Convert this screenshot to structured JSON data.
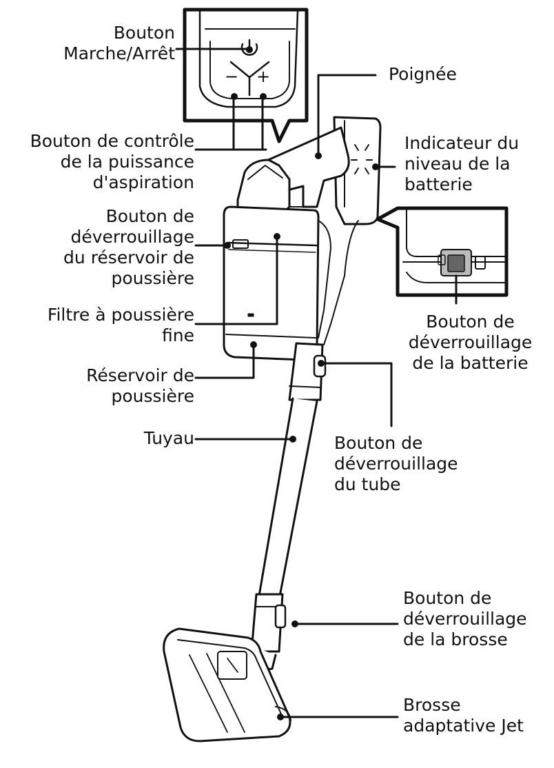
{
  "labels": {
    "power_button": [
      "Bouton",
      "Marche/Arrêt"
    ],
    "suction_control": [
      "Bouton de contrôle",
      "de la puissance",
      "d'aspiration"
    ],
    "dust_bin_release": [
      "Bouton de",
      "déverrouillage",
      "du réservoir de",
      "poussière"
    ],
    "fine_dust_filter": [
      "Filtre à poussière",
      "fine"
    ],
    "dust_bin": [
      "Réservoir de",
      "poussière"
    ],
    "pipe": [
      "Tuyau"
    ],
    "handle": [
      "Poignée"
    ],
    "battery_indicator": [
      "Indicateur du",
      "niveau de la",
      "batterie"
    ],
    "battery_release": [
      "Bouton de",
      "déverrouillage",
      "de la batterie"
    ],
    "tube_release": [
      "Bouton de",
      "déverrouillage",
      "du tube"
    ],
    "brush_release": [
      "Bouton de",
      "déverrouillage",
      "de la brosse"
    ],
    "jet_brush": [
      "Brosse",
      "adaptative Jet"
    ]
  },
  "control_symbols": {
    "minus": "−",
    "plus": "+"
  },
  "icons": [
    "power-icon",
    "battery-level-icon"
  ]
}
